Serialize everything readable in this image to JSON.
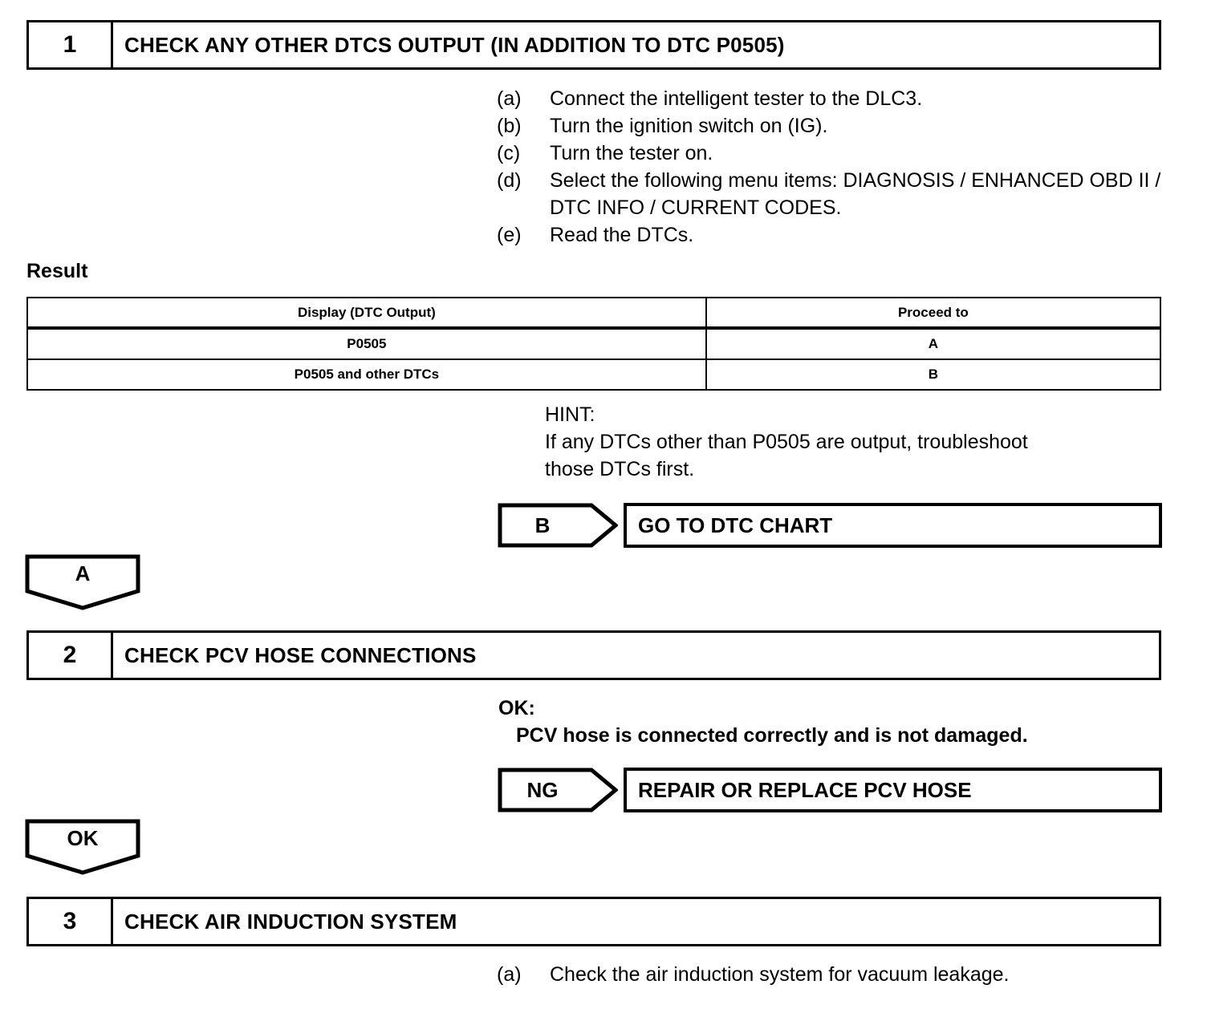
{
  "steps": [
    {
      "number": "1",
      "title": "CHECK ANY OTHER DTCS OUTPUT (IN ADDITION TO DTC P0505)"
    },
    {
      "number": "2",
      "title": "CHECK PCV HOSE CONNECTIONS"
    },
    {
      "number": "3",
      "title": "CHECK AIR INDUCTION SYSTEM"
    }
  ],
  "step1": {
    "procedures": [
      {
        "label": "(a)",
        "text": "Connect the intelligent tester to the DLC3."
      },
      {
        "label": "(b)",
        "text": "Turn the ignition switch on (IG)."
      },
      {
        "label": "(c)",
        "text": "Turn the tester on."
      },
      {
        "label": "(d)",
        "text": "Select the following menu items: DIAGNOSIS / ENHANCED OBD II / DTC INFO / CURRENT CODES."
      },
      {
        "label": "(e)",
        "text": "Read the DTCs."
      }
    ],
    "result_heading": "Result",
    "result_table": {
      "headers": [
        "Display (DTC Output)",
        "Proceed to"
      ],
      "rows": [
        [
          "P0505",
          "A"
        ],
        [
          "P0505 and other DTCs",
          "B"
        ]
      ]
    },
    "hint": {
      "title": "HINT:",
      "line1": "If any DTCs other than P0505 are output, troubleshoot",
      "line2": "those DTCs first."
    },
    "branch": {
      "arrow_label": "B",
      "result_text": "GO TO DTC CHART"
    },
    "connector_label": "A"
  },
  "step2": {
    "ok_spec": {
      "title": "OK:",
      "detail": "PCV hose is connected correctly and is not damaged."
    },
    "branch": {
      "arrow_label": "NG",
      "result_text": "REPAIR OR REPLACE PCV HOSE"
    },
    "connector_label": "OK"
  },
  "step3": {
    "procedures": [
      {
        "label": "(a)",
        "text": "Check the air induction system for vacuum leakage."
      }
    ]
  }
}
